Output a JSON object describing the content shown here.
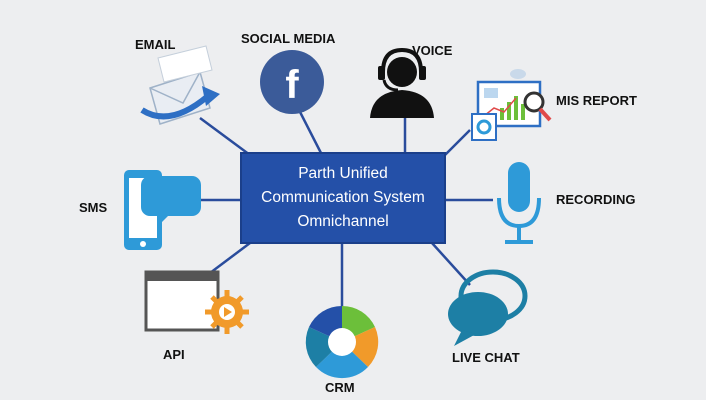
{
  "center": {
    "line1": "Parth Unified",
    "line2": "Communication System",
    "line3": "Omnichannel"
  },
  "channels": {
    "email": "EMAIL",
    "social_media": "SOCIAL MEDIA",
    "voice": "VOICE",
    "mis_report": "MIS REPORT",
    "sms": "SMS",
    "recording": "RECORDING",
    "api": "API",
    "crm": "CRM",
    "live_chat": "LIVE CHAT"
  },
  "colors": {
    "background": "#edeef0",
    "hub": "#2450a8",
    "connector": "#2a4c9c",
    "facebook": "#3b5b99",
    "accent_blue": "#2e9ad8",
    "teal": "#1d7fa5"
  },
  "icons": [
    "envelope-icon",
    "facebook-icon",
    "headset-user-icon",
    "report-chart-icon",
    "smartphone-chat-icon",
    "microphone-icon",
    "api-window-gear-icon",
    "crm-cycle-icon",
    "chat-bubbles-icon"
  ]
}
